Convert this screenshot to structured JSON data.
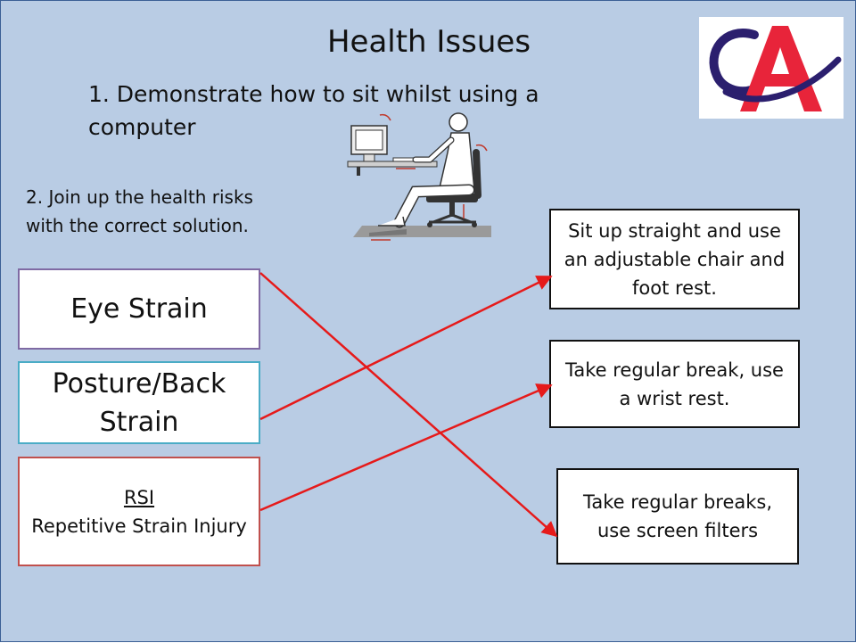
{
  "slide": {
    "title": "Health Issues",
    "instruction_1": "1. Demonstrate how to sit whilst using a computer",
    "instruction_2": "2. Join up the health risks with the correct solution.",
    "logo": {
      "text": "CA",
      "colors": {
        "red": "#e8243a",
        "navy": "#2b1f6e"
      }
    },
    "figure": {
      "icon": "ergonomic-seated-posture-icon"
    }
  },
  "risks": [
    {
      "label": "Eye Strain"
    },
    {
      "label": "Posture/Back Strain"
    },
    {
      "abbr": "RSI",
      "full": "Repetitive Strain Injury"
    }
  ],
  "solutions": [
    {
      "label": "Sit up straight and use an adjustable chair and foot rest."
    },
    {
      "label": "Take regular break, use a wrist rest."
    },
    {
      "label": "Take regular breaks, use screen filters"
    }
  ],
  "connections": [
    {
      "from": "Eye Strain",
      "to": "Take regular breaks, use screen filters"
    },
    {
      "from": "Posture/Back Strain",
      "to": "Sit up straight and use an adjustable chair and foot rest."
    },
    {
      "from": "RSI",
      "to": "Take regular break, use a wrist rest."
    }
  ],
  "colors": {
    "background": "#b9cce4",
    "arrow": "#e61a1a"
  }
}
